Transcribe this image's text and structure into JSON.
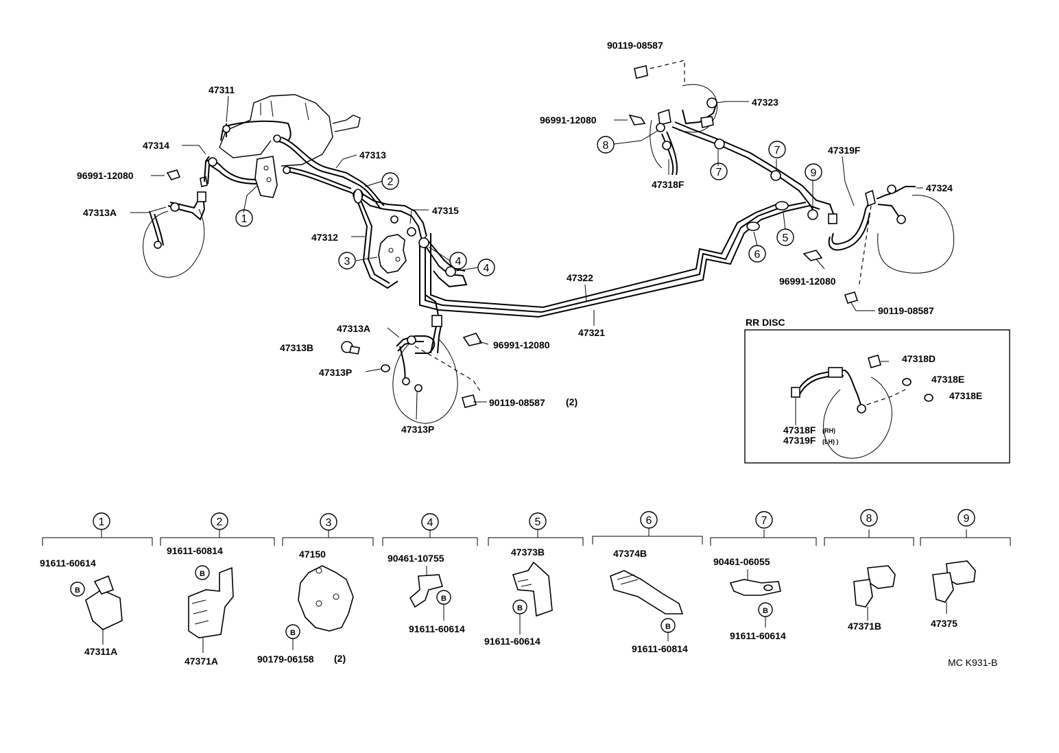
{
  "diagram": {
    "code": "MC K931-B",
    "rr_disc_title": "RR DISC",
    "labels": {
      "p47311": "47311",
      "p47314": "47314",
      "p96991_a": "96991-12080",
      "p47313A_left": "47313A",
      "p47313": "47313",
      "p47315": "47315",
      "p47312": "47312",
      "p47322": "47322",
      "p47321": "47321",
      "p47313A_center": "47313A",
      "p47313B": "47313B",
      "p47313P_a": "47313P",
      "p47313P_b": "47313P",
      "p96991_b": "96991-12080",
      "p90119_b": "90119-08587",
      "p90119_b_qty": "(2)",
      "p90119_a": "90119-08587",
      "p47323": "47323",
      "p96991_c": "96991-12080",
      "p47318F": "47318F",
      "p47319F": "47319F",
      "p47324": "47324",
      "p96991_d": "96991-12080",
      "p90119_c": "90119-08587",
      "p47318D": "47318D",
      "p47318E_a": "47318E",
      "p47318E_b": "47318E",
      "p47318F_rh": "47318F",
      "rh": "(RH)",
      "p47319F_lh": "47319F",
      "lh": "(LH) )"
    },
    "callouts": {
      "c1": "1",
      "c2": "2",
      "c3": "3",
      "c4a": "4",
      "c4b": "4",
      "c5": "5",
      "c6": "6",
      "c7a": "7",
      "c7b": "7",
      "c8": "8",
      "c9": "9"
    },
    "groups": [
      {
        "number": "1",
        "parts": [
          "91611-60614",
          "47311A"
        ]
      },
      {
        "number": "2",
        "parts": [
          "91611-60814",
          "47371A"
        ]
      },
      {
        "number": "3",
        "parts": [
          "47150",
          "90179-06158",
          "(2)"
        ]
      },
      {
        "number": "4",
        "parts": [
          "90461-10755",
          "91611-60614"
        ]
      },
      {
        "number": "5",
        "parts": [
          "47373B",
          "91611-60614"
        ]
      },
      {
        "number": "6",
        "parts": [
          "47374B",
          "91611-60814"
        ]
      },
      {
        "number": "7",
        "parts": [
          "90461-06055",
          "91611-60614"
        ]
      },
      {
        "number": "8",
        "parts": [
          "47371B"
        ]
      },
      {
        "number": "9",
        "parts": [
          "47375"
        ]
      }
    ],
    "bolt_marker": "B"
  }
}
